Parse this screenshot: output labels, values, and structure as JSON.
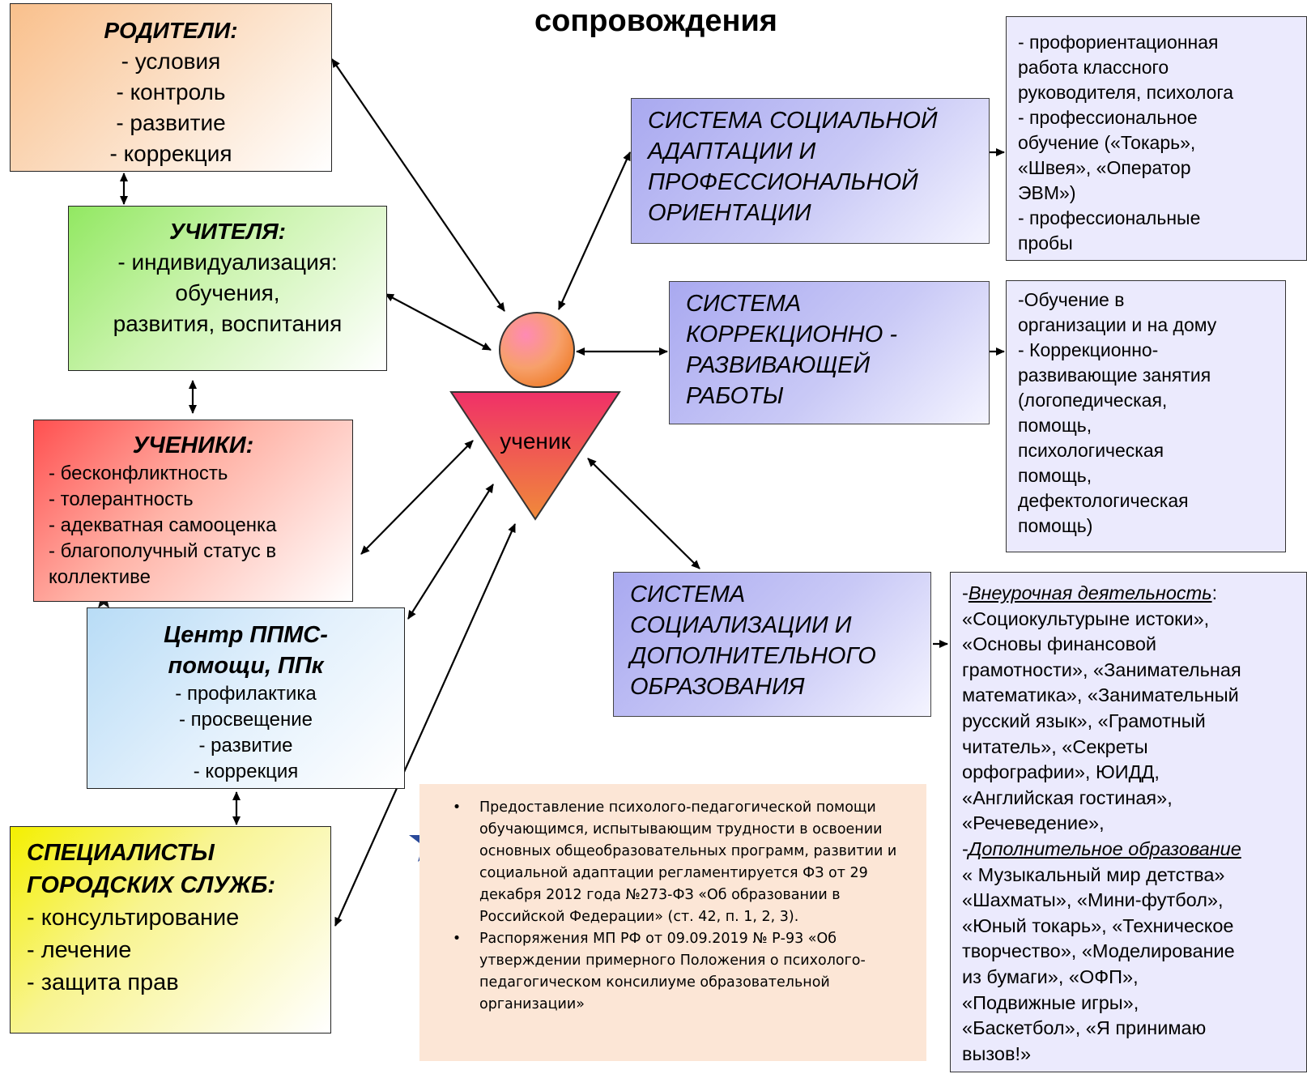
{
  "title": "сопровождения",
  "center": {
    "label": "ученик"
  },
  "parents": {
    "title": "РОДИТЕЛИ:",
    "items": [
      "- условия",
      "- контроль",
      "- развитие",
      "- коррекция"
    ]
  },
  "teachers": {
    "title": "УЧИТЕЛЯ:",
    "items": [
      "- индивидуализация:",
      "обучения,",
      "развития, воспитания"
    ]
  },
  "students": {
    "title": "УЧЕНИКИ:",
    "items": [
      "- бесконфликтность",
      "- толерантность",
      "- адекватная самооценка",
      "- благополучный статус в коллективе"
    ]
  },
  "center_ppms": {
    "title_line1": "Центр ППМС-",
    "title_line2": "помощи, ППк",
    "items": [
      "- профилактика",
      "- просвещение",
      "- развитие",
      "- коррекция"
    ]
  },
  "specialists": {
    "title_line1": "СПЕЦИАЛИСТЫ",
    "title_line2": "ГОРОДСКИХ СЛУЖБ:",
    "items": [
      "- консультирование",
      "- лечение",
      "- защита прав"
    ]
  },
  "system_adaptation": {
    "lines": [
      "СИСТЕМА СОЦИАЛЬНОЙ",
      "АДАПТАЦИИ И",
      "ПРОФЕССИОНАЛЬНОЙ",
      "ОРИЕНТАЦИИ"
    ]
  },
  "system_correction": {
    "lines": [
      "СИСТЕМА",
      "КОРРЕКЦИОННО -",
      "РАЗВИВАЮЩЕЙ",
      "РАБОТЫ"
    ]
  },
  "system_socialization": {
    "lines": [
      "СИСТЕМА",
      "СОЦИАЛИЗАЦИИ И",
      "ДОПОЛНИТЕЛЬНОГО",
      "ОБРАЗОВАНИЯ"
    ]
  },
  "adaptation_details": {
    "lines": [
      "- профориентационная",
      "работа классного",
      "руководителя, психолога",
      "- профессиональное",
      "обучение («Токарь»,",
      "«Швея», «Оператор",
      "ЭВМ»)",
      "- профессиональные",
      "пробы"
    ]
  },
  "correction_details": {
    "lines": [
      "-Обучение в",
      "организации и на дому",
      "- Коррекционно-",
      "развивающие занятия",
      "(логопедическая,",
      "помощь,",
      "психологическая",
      "помощь,",
      "дефектологическая",
      "помощь)"
    ]
  },
  "socialization_details": {
    "extracurricular_prefix": "-",
    "extracurricular_heading": "Внеурочная деятельность",
    "extracurricular_suffix": ":",
    "extracurricular_lines": [
      "«Социокультурыне истоки»,",
      "«Основы финансовой",
      "грамотности», «Занимательная",
      "математика», «Занимательный",
      "русский язык», «Грамотный",
      "читатель», «Секреты",
      "орфографии», ЮИДД,",
      "«Английская гостиная»,",
      "«Речеведение»,"
    ],
    "additional_prefix": "-",
    "additional_heading": "Дополнительное образование",
    "additional_lines": [
      "« Музыкальный мир детства»",
      "«Шахматы», «Мини-футбол»,",
      "«Юный токарь», «Техническое",
      "творчество», «Моделирование",
      "из бумаги», «ОФП»,",
      "«Подвижные игры»,",
      "«Баскетбол», «Я принимаю",
      "вызов!»"
    ]
  },
  "legal_note": {
    "items": [
      "Предоставление психолого-педагогической помощи обучающимся, испытывающим трудности в освоении основных общеобразовательных программ, развитии и социальной адаптации регламентируется ФЗ от 29 декабря 2012 года №273-ФЗ «Об образовании в Российской Федерации» (ст. 42, п. 1, 2, 3).",
      "Распоряжения МП РФ от 09.09.2019 № Р-93 «Об утверждении примерного Положения о психолого-педагогическом консилиуме образовательной организации»"
    ]
  },
  "colors": {
    "arrow": "#000000",
    "note_bg": "#fce6d6",
    "triangle_top": "#f0306a",
    "triangle_bottom": "#f07a30",
    "star": "#2a4a9a"
  }
}
